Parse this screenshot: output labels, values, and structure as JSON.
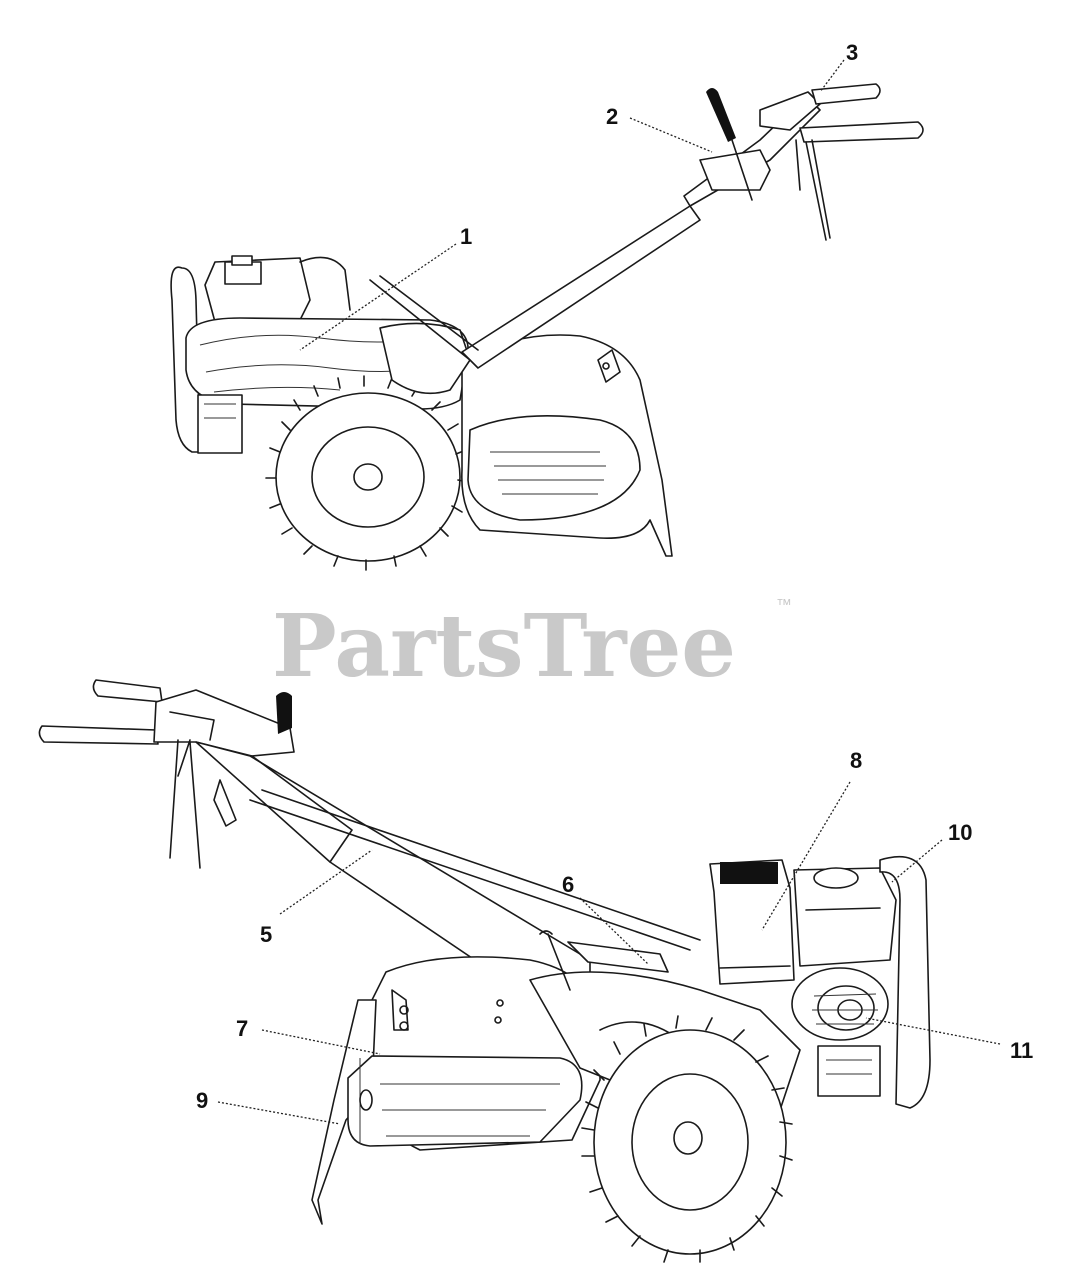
{
  "watermark": {
    "brand": "PartsTree",
    "trademark": "™"
  },
  "callouts": {
    "c1": "1",
    "c2": "2",
    "c3": "3",
    "c5": "5",
    "c6": "6",
    "c7": "7",
    "c8": "8",
    "c9": "9",
    "c10": "10",
    "c11": "11"
  }
}
